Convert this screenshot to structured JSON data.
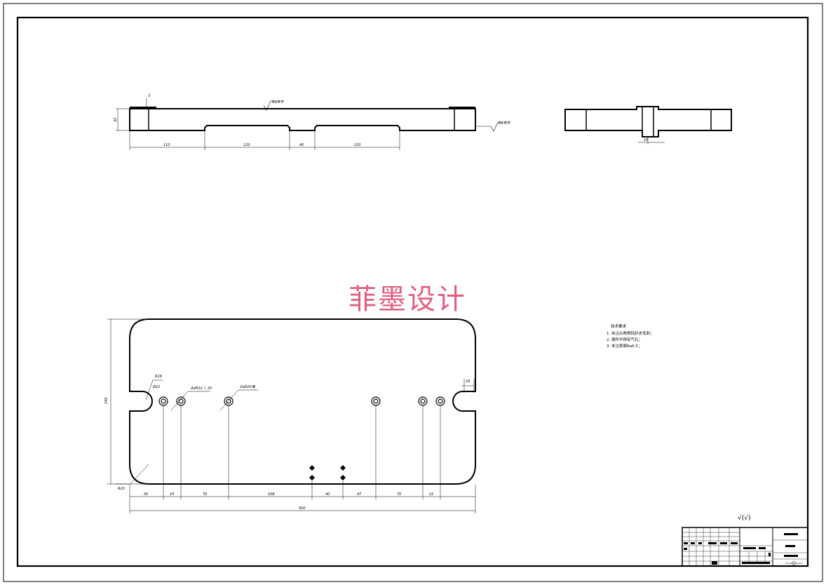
{
  "watermark": "菲墨设计",
  "front_view": {
    "surface_finish": "Ra 6.3",
    "surface_finish_right": "Ra 6.3",
    "dim_top_small": "3",
    "dim_height": "32",
    "dims": [
      "110",
      "120",
      "40",
      "120"
    ]
  },
  "side_view": {
    "dim_slot": "16"
  },
  "plan_view": {
    "dim_height": "240",
    "dim_r_top": "R16",
    "dim_d_slot": "Ø22",
    "dim_radius_corner": "R20",
    "dim_slot_right": "16",
    "hole_label_1": "4xM12 ▽ 20",
    "hole_label_2": "2xØ20通",
    "bottom_dims": [
      "50",
      "25",
      "70",
      "108",
      "40",
      "47",
      "70",
      "22"
    ],
    "overall_length": "500"
  },
  "tech_requirements": {
    "heading": "技术要求",
    "items": [
      "1. 未注尖角倒钝并去毛刺；",
      "2. 铸件不得有气孔；",
      "3. 未注表面Ra6.5；"
    ]
  },
  "roughness_symbol": "√(√)"
}
